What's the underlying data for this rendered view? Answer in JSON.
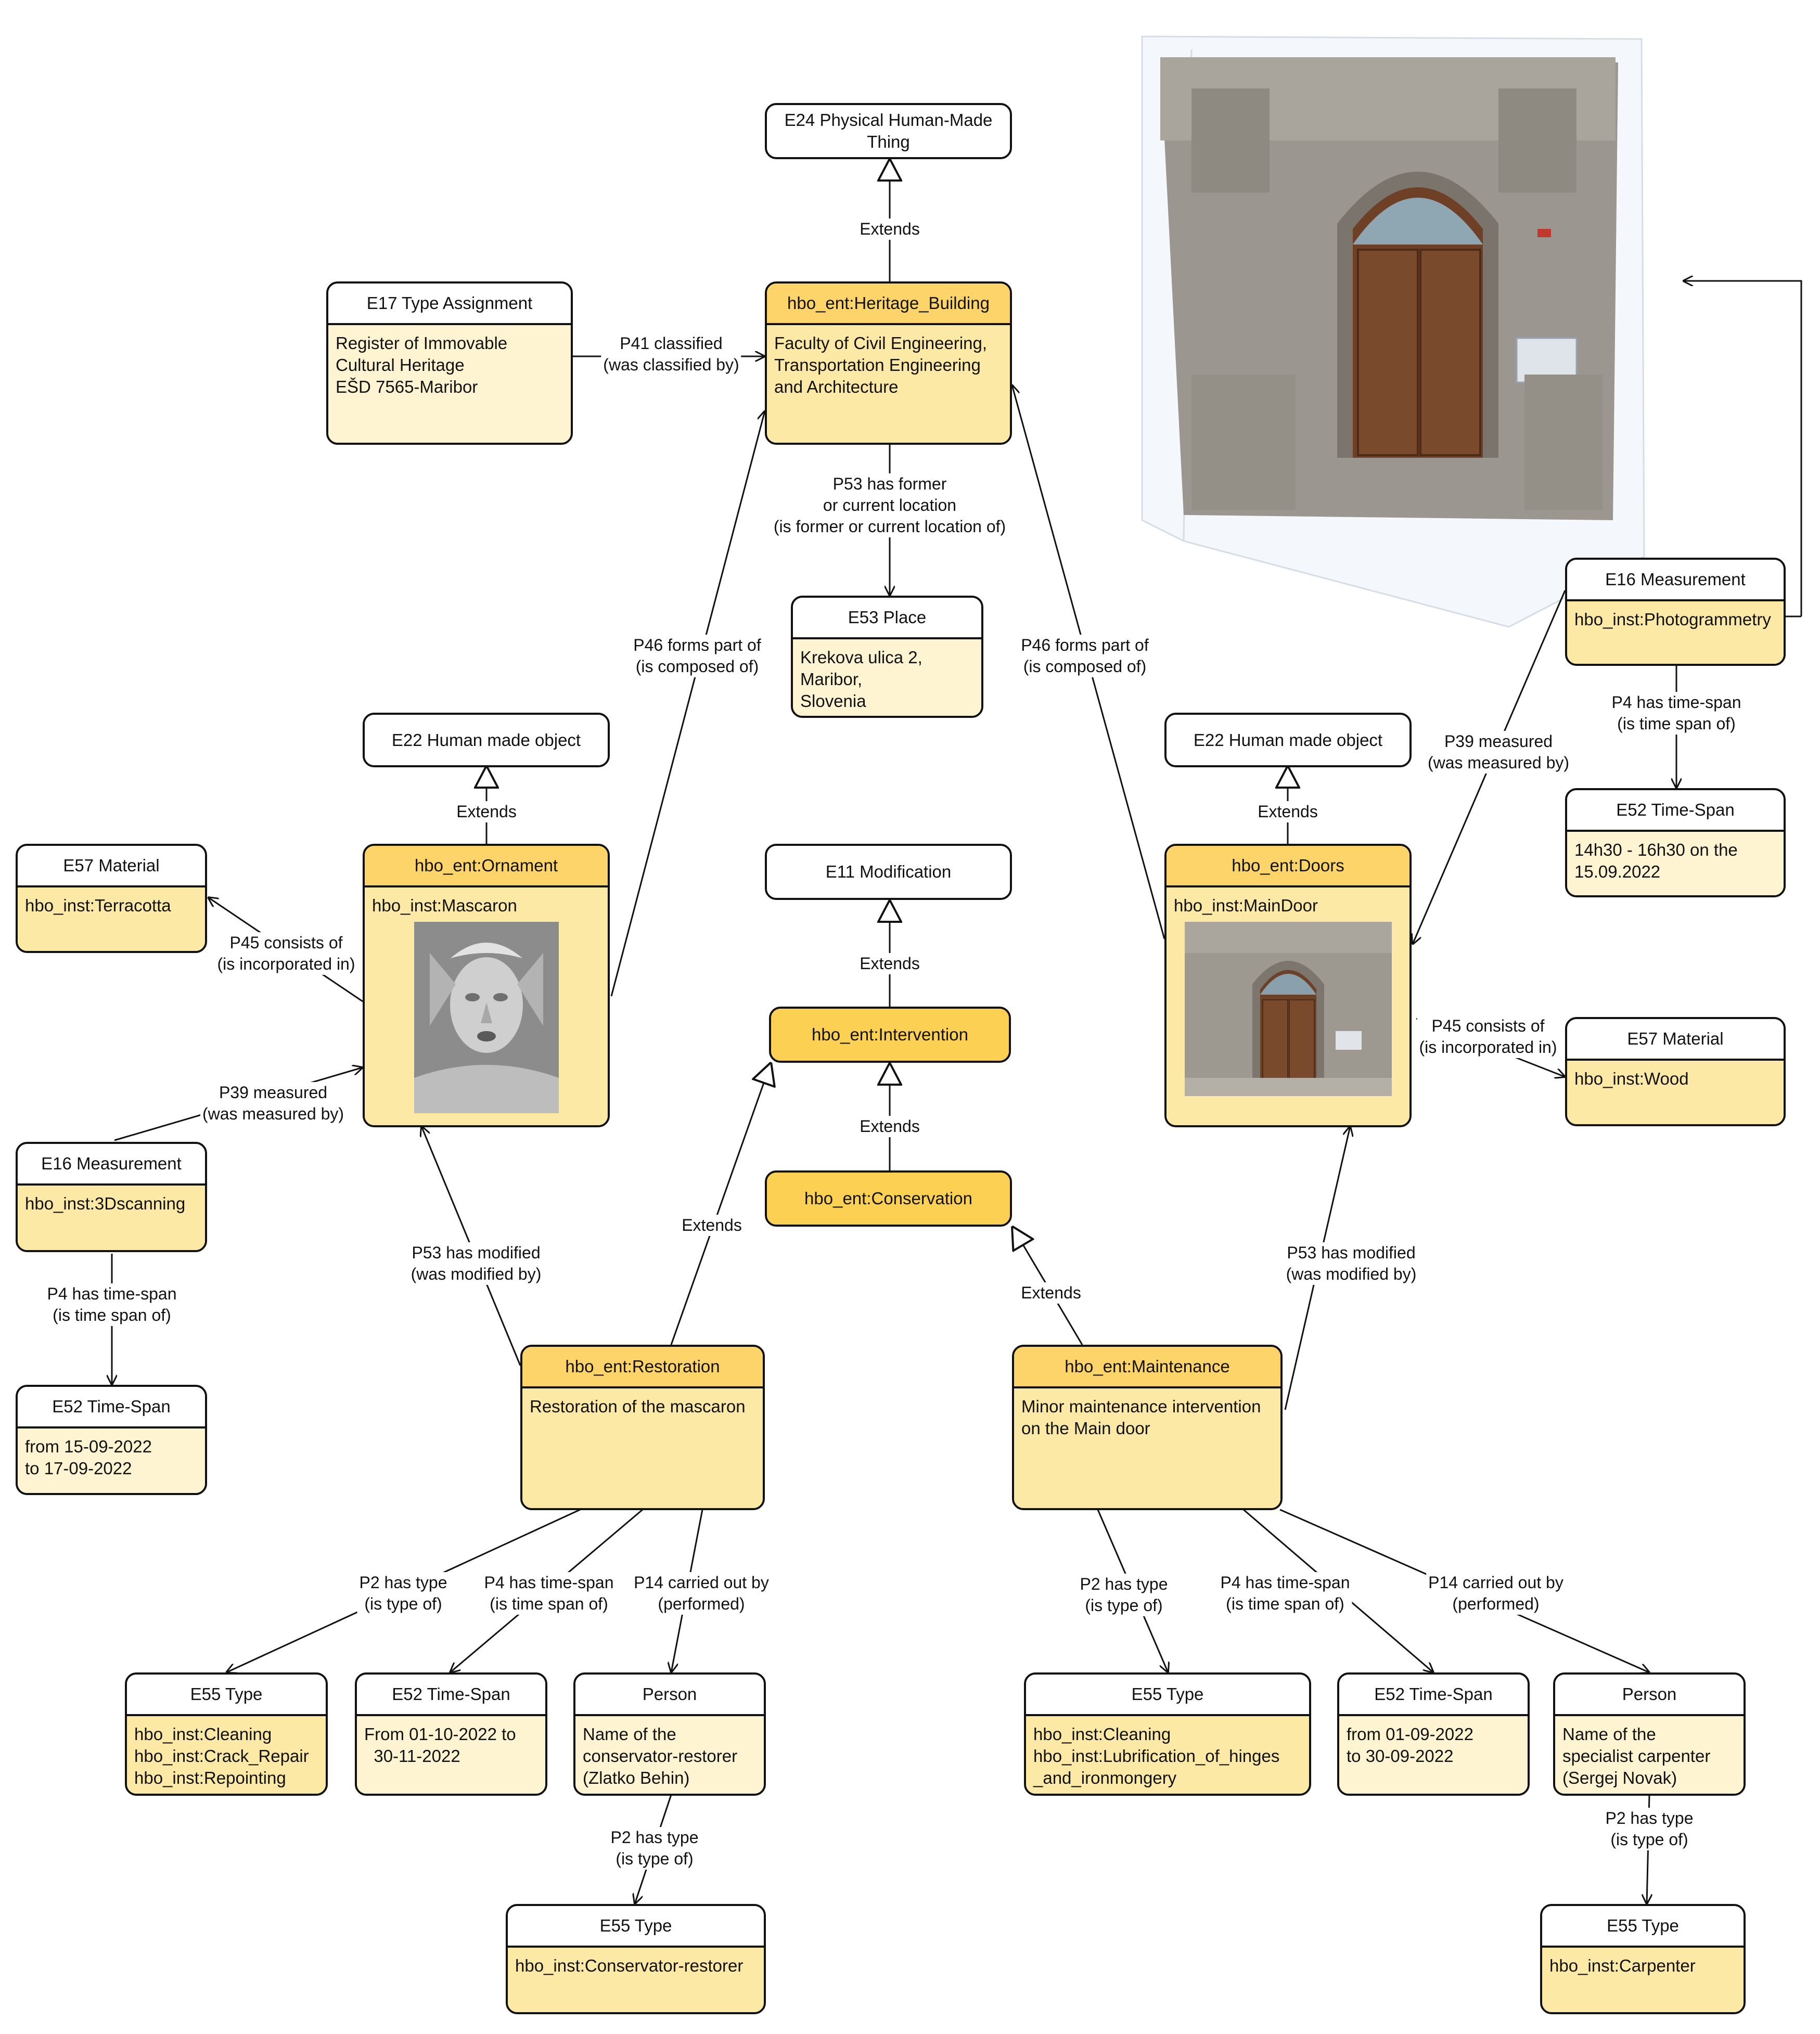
{
  "nodes": {
    "e24": {
      "header": "E24 Physical Human-Made Thing"
    },
    "heritage": {
      "header": "hbo_ent:Heritage_Building",
      "lines": [
        "Faculty of Civil Engineering,",
        "Transportation Engineering",
        "and Architecture"
      ]
    },
    "e17": {
      "header": "E17 Type Assignment",
      "lines": [
        "Register of Immovable",
        "Cultural Heritage",
        "EŠD 7565-Maribor"
      ]
    },
    "e53": {
      "header": "E53 Place",
      "lines": [
        "Krekova ulica 2,",
        "Maribor,",
        "Slovenia"
      ]
    },
    "e22_left": {
      "header": "E22 Human made object"
    },
    "e22_right": {
      "header": "E22 Human made object"
    },
    "ornament": {
      "header": "hbo_ent:Ornament",
      "lines": [
        "hbo_inst:Mascaron"
      ]
    },
    "doors": {
      "header": "hbo_ent:Doors",
      "lines": [
        "hbo_inst:MainDoor"
      ]
    },
    "e57_left": {
      "header": "E57 Material",
      "lines": [
        "hbo_inst:Terracotta"
      ]
    },
    "e57_right": {
      "header": "E57 Material",
      "lines": [
        "hbo_inst:Wood"
      ]
    },
    "e16_left": {
      "header": "E16 Measurement",
      "lines": [
        "hbo_inst:3Dscanning"
      ]
    },
    "e16_right": {
      "header": "E16 Measurement",
      "lines": [
        "hbo_inst:Photogrammetry"
      ]
    },
    "e52_left": {
      "header": "E52 Time-Span",
      "lines": [
        "from 15-09-2022",
        "to 17-09-2022"
      ]
    },
    "e52_right": {
      "header": "E52 Time-Span",
      "lines": [
        "14h30 - 16h30 on the",
        "15.09.2022"
      ]
    },
    "e11": {
      "header": "E11 Modification"
    },
    "intervention": {
      "header": "hbo_ent:Intervention"
    },
    "conservation": {
      "header": "hbo_ent:Conservation"
    },
    "restoration": {
      "header": "hbo_ent:Restoration",
      "lines": [
        "Restoration of the mascaron"
      ]
    },
    "maintenance": {
      "header": "hbo_ent:Maintenance",
      "lines": [
        "Minor maintenance intervention",
        "on the Main door"
      ]
    },
    "e55_rest": {
      "header": "E55 Type",
      "lines": [
        "hbo_inst:Cleaning",
        "hbo_inst:Crack_Repair",
        "hbo_inst:Repointing"
      ]
    },
    "e52_rest": {
      "header": "E52 Time-Span",
      "lines": [
        "From 01-10-2022 to",
        "  30-11-2022"
      ]
    },
    "person_rest": {
      "header": "Person",
      "lines": [
        "Name of the",
        "conservator-restorer",
        "(Zlatko Behin)"
      ]
    },
    "e55_cons": {
      "header": "E55 Type",
      "lines": [
        "hbo_inst:Conservator-restorer"
      ]
    },
    "e55_maint": {
      "header": "E55 Type",
      "lines": [
        "hbo_inst:Cleaning",
        "hbo_inst:Lubrification_of_hinges",
        "_and_ironmongery"
      ]
    },
    "e52_maint": {
      "header": "E52 Time-Span",
      "lines": [
        "from 01-09-2022",
        "to 30-09-2022"
      ]
    },
    "person_maint": {
      "header": "Person",
      "lines": [
        "Name of the",
        "specialist carpenter",
        "(Sergej Novak)"
      ]
    },
    "e55_carp": {
      "header": "E55 Type",
      "lines": [
        "hbo_inst:Carpenter"
      ]
    }
  },
  "edges": {
    "extends_heritage": [
      "Extends"
    ],
    "p41": [
      "P41 classified",
      "(was classified by)"
    ],
    "p53_location": [
      "P53 has former",
      "or current location",
      "(is former or current location of)"
    ],
    "p46_left": [
      "P46 forms part of",
      "(is composed of)"
    ],
    "p46_right": [
      "P46 forms part of",
      "(is composed of)"
    ],
    "extends_ornament": [
      "Extends"
    ],
    "extends_doors": [
      "Extends"
    ],
    "p45_left": [
      "P45 consists of",
      "(is incorporated in)"
    ],
    "p45_right": [
      "P45 consists of",
      "(is incorporated in)"
    ],
    "p39_left": [
      "P39 measured",
      "(was measured by)"
    ],
    "p39_right": [
      "P39 measured",
      "(was measured by)"
    ],
    "p4_left": [
      "P4 has time-span",
      "(is time span of)"
    ],
    "p4_right": [
      "P4 has time-span",
      "(is time span of)"
    ],
    "extends_intervention": [
      "Extends"
    ],
    "extends_conservation": [
      "Extends"
    ],
    "extends_restoration": [
      "Extends"
    ],
    "extends_maintenance": [
      "Extends"
    ],
    "p53_mod_left": [
      "P53 has modified",
      "(was modified by)"
    ],
    "p53_mod_right": [
      "P53 has modified",
      "(was modified by)"
    ],
    "p2_rest": [
      "P2 has type",
      "(is type of)"
    ],
    "p4_rest": [
      "P4 has time-span",
      "(is time span of)"
    ],
    "p14_rest": [
      "P14 carried out by",
      "(performed)"
    ],
    "p2_person_rest": [
      "P2 has type",
      "(is type of)"
    ],
    "p2_maint": [
      "P2 has type",
      "(is type of)"
    ],
    "p4_maint": [
      "P4 has time-span",
      "(is time span of)"
    ],
    "p14_maint": [
      "P14 carried out by",
      "(performed)"
    ],
    "p2_person_maint": [
      "P2 has type",
      "(is type of)"
    ]
  },
  "colors": {
    "header_yellow": "#fcd46a",
    "body_yellow": "#fde9a6",
    "body_cream": "#fff4d2",
    "solid_yellow": "#fcd052",
    "stroke": "#111111"
  }
}
